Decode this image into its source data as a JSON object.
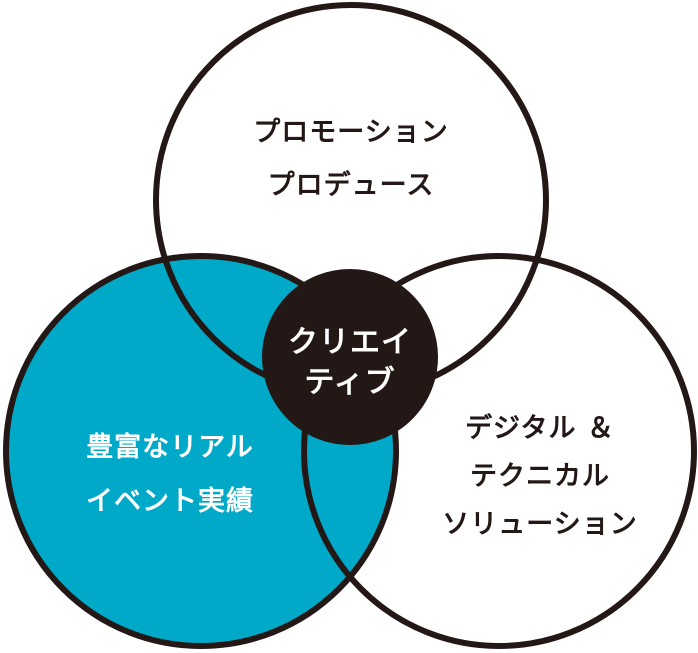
{
  "colors": {
    "outline": "#231815",
    "fill_left": "#00a9c8",
    "fill_center": "#231815",
    "text_dark": "#231815",
    "text_light": "#ffffff"
  },
  "circles": {
    "top": {
      "line1": "プロモーション",
      "line2": "プロデュース"
    },
    "left": {
      "line1": "豊富なリアル",
      "line2": "イベント実績"
    },
    "right": {
      "line1": "デジタル ＆",
      "line2": "テクニカル",
      "line3": "ソリューション"
    },
    "center": {
      "line1": "クリエイ",
      "line2": "ティブ"
    }
  }
}
